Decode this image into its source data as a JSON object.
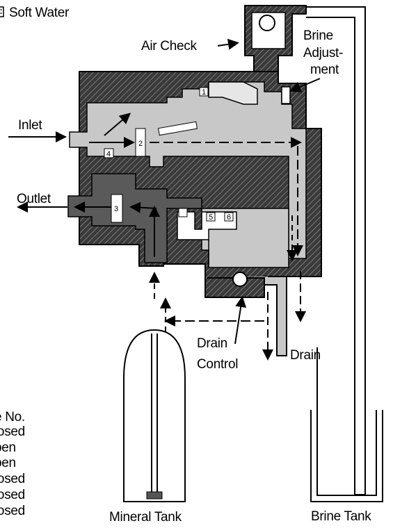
{
  "legend": {
    "label": "Soft Water",
    "valve_header": "e No.",
    "valve_states": [
      "losed",
      "pen",
      "pen",
      "losed",
      "losed",
      "losed"
    ]
  },
  "labels": {
    "air_check": "Air Check",
    "brine_adjustment_1": "Brine",
    "brine_adjustment_2": "Adjust-",
    "brine_adjustment_3": "ment",
    "inlet": "Inlet",
    "outlet": "Outlet",
    "drain_control_1": "Drain",
    "drain_control_2": "Control",
    "drain": "Drain",
    "mineral_tank": "Mineral Tank",
    "brine_tank": "Brine Tank"
  },
  "valves": [
    "1",
    "2",
    "3",
    "4",
    "5",
    "6"
  ]
}
